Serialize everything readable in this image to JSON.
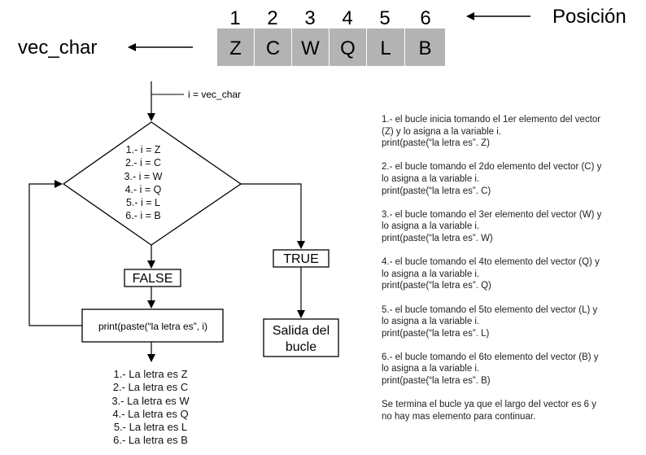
{
  "header": {
    "positions": [
      "1",
      "2",
      "3",
      "4",
      "5",
      "6"
    ],
    "cells": [
      "Z",
      "C",
      "W",
      "Q",
      "L",
      "B"
    ],
    "position_label": "Posición",
    "vector_label": "vec_char"
  },
  "flow": {
    "assign_label": "i = vec_char",
    "conditions": [
      "1.- i = Z",
      "2.- i = C",
      "3.- i = W",
      "4.- i = Q",
      "5.- i = L",
      "6.- i = B"
    ],
    "false_label": "FALSE",
    "true_label": "TRUE",
    "print_label": "print(paste(“la letra es”, i)",
    "exit_line1": "Salida del",
    "exit_line2": "bucle",
    "outputs": [
      "1.- La letra es Z",
      "2.- La letra es C",
      "3.- La letra es W",
      "4.- La letra es Q",
      "5.- La letra es L",
      "6.- La letra es B"
    ]
  },
  "notes": [
    "1.- el bucle inicia tomando el 1er elemento del vector\n(Z) y lo asigna a la variable i.\nprint(paste(“la letra es”. Z)",
    "2.- el bucle tomando el 2do elemento del vector (C) y\nlo asigna a la variable i.\nprint(paste(“la letra es”. C)",
    "3.- el bucle tomando el 3er elemento del vector (W) y\nlo asigna a la variable i.\nprint(paste(“la letra es”. W)",
    "4.- el bucle tomando el 4to elemento del vector (Q) y\nlo asigna a la variable i.\nprint(paste(“la letra es”. Q)",
    "5.- el bucle tomando el 5to elemento del vector (L) y\nlo asigna a la variable i.\nprint(paste(“la letra es”. L)",
    "6.- el bucle tomando el 6to elemento del vector (B) y\nlo asigna a la variable i.\nprint(paste(“la letra es”. B)",
    "Se termina el bucle ya que el largo del vector es 6 y\nno hay mas elemento para continuar."
  ],
  "colors": {
    "cell_fill": "#b3b3b3",
    "stroke": "#000000"
  }
}
